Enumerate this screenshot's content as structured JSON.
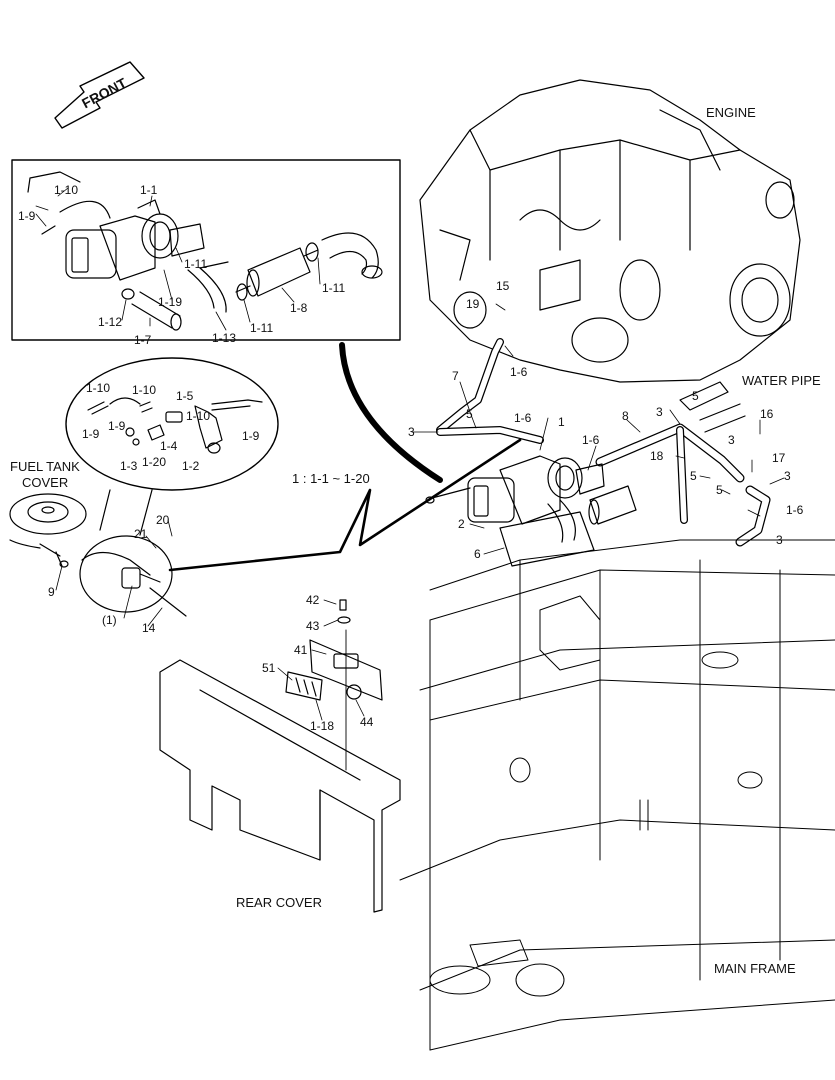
{
  "labels": {
    "front": "FRONT",
    "engine": "ENGINE",
    "water_pipe": "WATER PIPE",
    "fuel_tank_cover_1": "FUEL TANK",
    "fuel_tank_cover_2": "COVER",
    "rear_cover": "REAR COVER",
    "main_frame": "MAIN FRAME",
    "ratio": "1 : 1-1 ~ 1-20"
  },
  "callouts": [
    {
      "id": "c-1-10a",
      "text": "1-10"
    },
    {
      "id": "c-1-9a",
      "text": "1-9"
    },
    {
      "id": "c-1-1",
      "text": "1-1"
    },
    {
      "id": "c-1-11a",
      "text": "1-11"
    },
    {
      "id": "c-1-11b",
      "text": "1-11"
    },
    {
      "id": "c-1-11c",
      "text": "1-11"
    },
    {
      "id": "c-1-12",
      "text": "1-12"
    },
    {
      "id": "c-1-19",
      "text": "1-19"
    },
    {
      "id": "c-1-7",
      "text": "1-7"
    },
    {
      "id": "c-1-13",
      "text": "1-13"
    },
    {
      "id": "c-1-8",
      "text": "1-8"
    },
    {
      "id": "c-1-10b",
      "text": "1-10"
    },
    {
      "id": "c-1-10c",
      "text": "1-10"
    },
    {
      "id": "c-1-5",
      "text": "1-5"
    },
    {
      "id": "c-1-9b",
      "text": "1-9"
    },
    {
      "id": "c-1-9c",
      "text": "1-9"
    },
    {
      "id": "c-1-10d",
      "text": "1-10"
    },
    {
      "id": "c-1-9d",
      "text": "1-9"
    },
    {
      "id": "c-1-4",
      "text": "1-4"
    },
    {
      "id": "c-1-3",
      "text": "1-3"
    },
    {
      "id": "c-1-20",
      "text": "1-20"
    },
    {
      "id": "c-1-2",
      "text": "1-2"
    },
    {
      "id": "c-15",
      "text": "15"
    },
    {
      "id": "c-19",
      "text": "19"
    },
    {
      "id": "c-1-6a",
      "text": "1-6"
    },
    {
      "id": "c-7",
      "text": "7"
    },
    {
      "id": "c-5a",
      "text": "5"
    },
    {
      "id": "c-3a",
      "text": "3"
    },
    {
      "id": "c-1-6b",
      "text": "1-6"
    },
    {
      "id": "c-1",
      "text": "1"
    },
    {
      "id": "c-1-6c",
      "text": "1-6"
    },
    {
      "id": "c-8",
      "text": "8"
    },
    {
      "id": "c-3b",
      "text": "3"
    },
    {
      "id": "c-5b",
      "text": "5"
    },
    {
      "id": "c-16",
      "text": "16"
    },
    {
      "id": "c-3c",
      "text": "3"
    },
    {
      "id": "c-18",
      "text": "18"
    },
    {
      "id": "c-17",
      "text": "17"
    },
    {
      "id": "c-5c",
      "text": "5"
    },
    {
      "id": "c-3d",
      "text": "3"
    },
    {
      "id": "c-5d",
      "text": "5"
    },
    {
      "id": "c-1-6d",
      "text": "1-6"
    },
    {
      "id": "c-3e",
      "text": "3"
    },
    {
      "id": "c-2",
      "text": "2"
    },
    {
      "id": "c-6",
      "text": "6"
    },
    {
      "id": "c-20",
      "text": "20"
    },
    {
      "id": "c-21",
      "text": "21"
    },
    {
      "id": "c-9",
      "text": "9"
    },
    {
      "id": "c-paren1",
      "text": "(1)"
    },
    {
      "id": "c-14",
      "text": "14"
    },
    {
      "id": "c-42",
      "text": "42"
    },
    {
      "id": "c-43",
      "text": "43"
    },
    {
      "id": "c-41",
      "text": "41"
    },
    {
      "id": "c-51",
      "text": "51"
    },
    {
      "id": "c-44",
      "text": "44"
    },
    {
      "id": "c-1-18",
      "text": "1-18"
    }
  ]
}
